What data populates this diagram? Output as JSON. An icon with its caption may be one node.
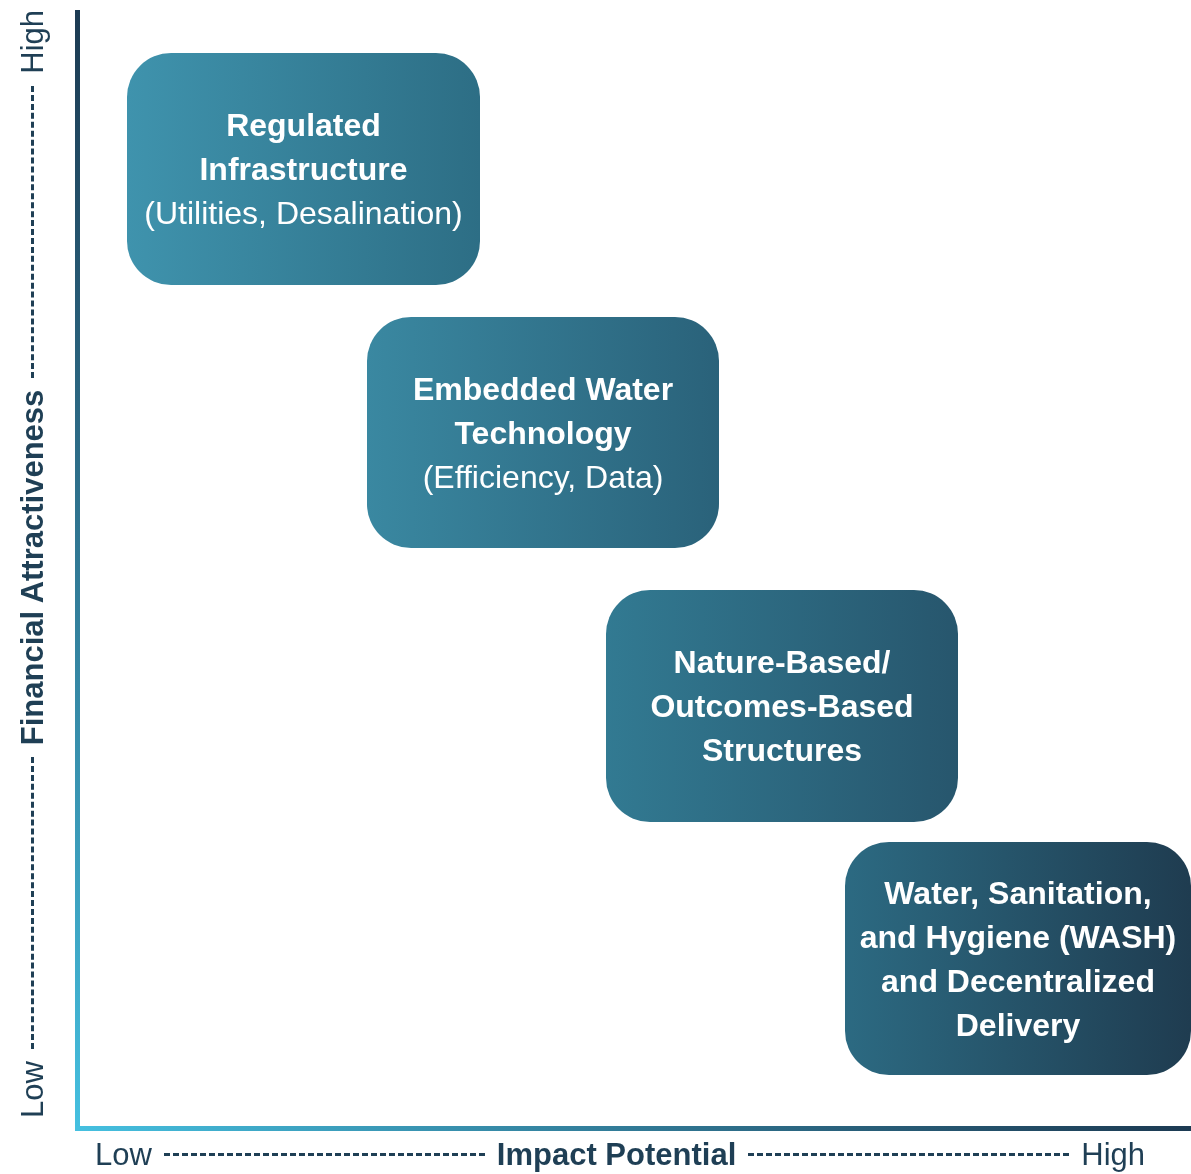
{
  "diagram": {
    "nodes": [
      {
        "text": [
          "Regulated Infrastructure",
          "(Utilities, Desalination)"
        ]
      },
      {
        "text": [
          "Embedded Water Technology",
          "(Efficiency, Data)"
        ]
      },
      {
        "text": [
          "Nature-Based/ Outcomes-Based Structures"
        ]
      },
      {
        "text": [
          "Water, Sanitation, and Hygiene (WASH) and Decentralized Delivery"
        ]
      }
    ],
    "labels": [
      "Low",
      "Financial Attractiveness",
      "High",
      "Low",
      "Impact Potential",
      "High"
    ]
  }
}
